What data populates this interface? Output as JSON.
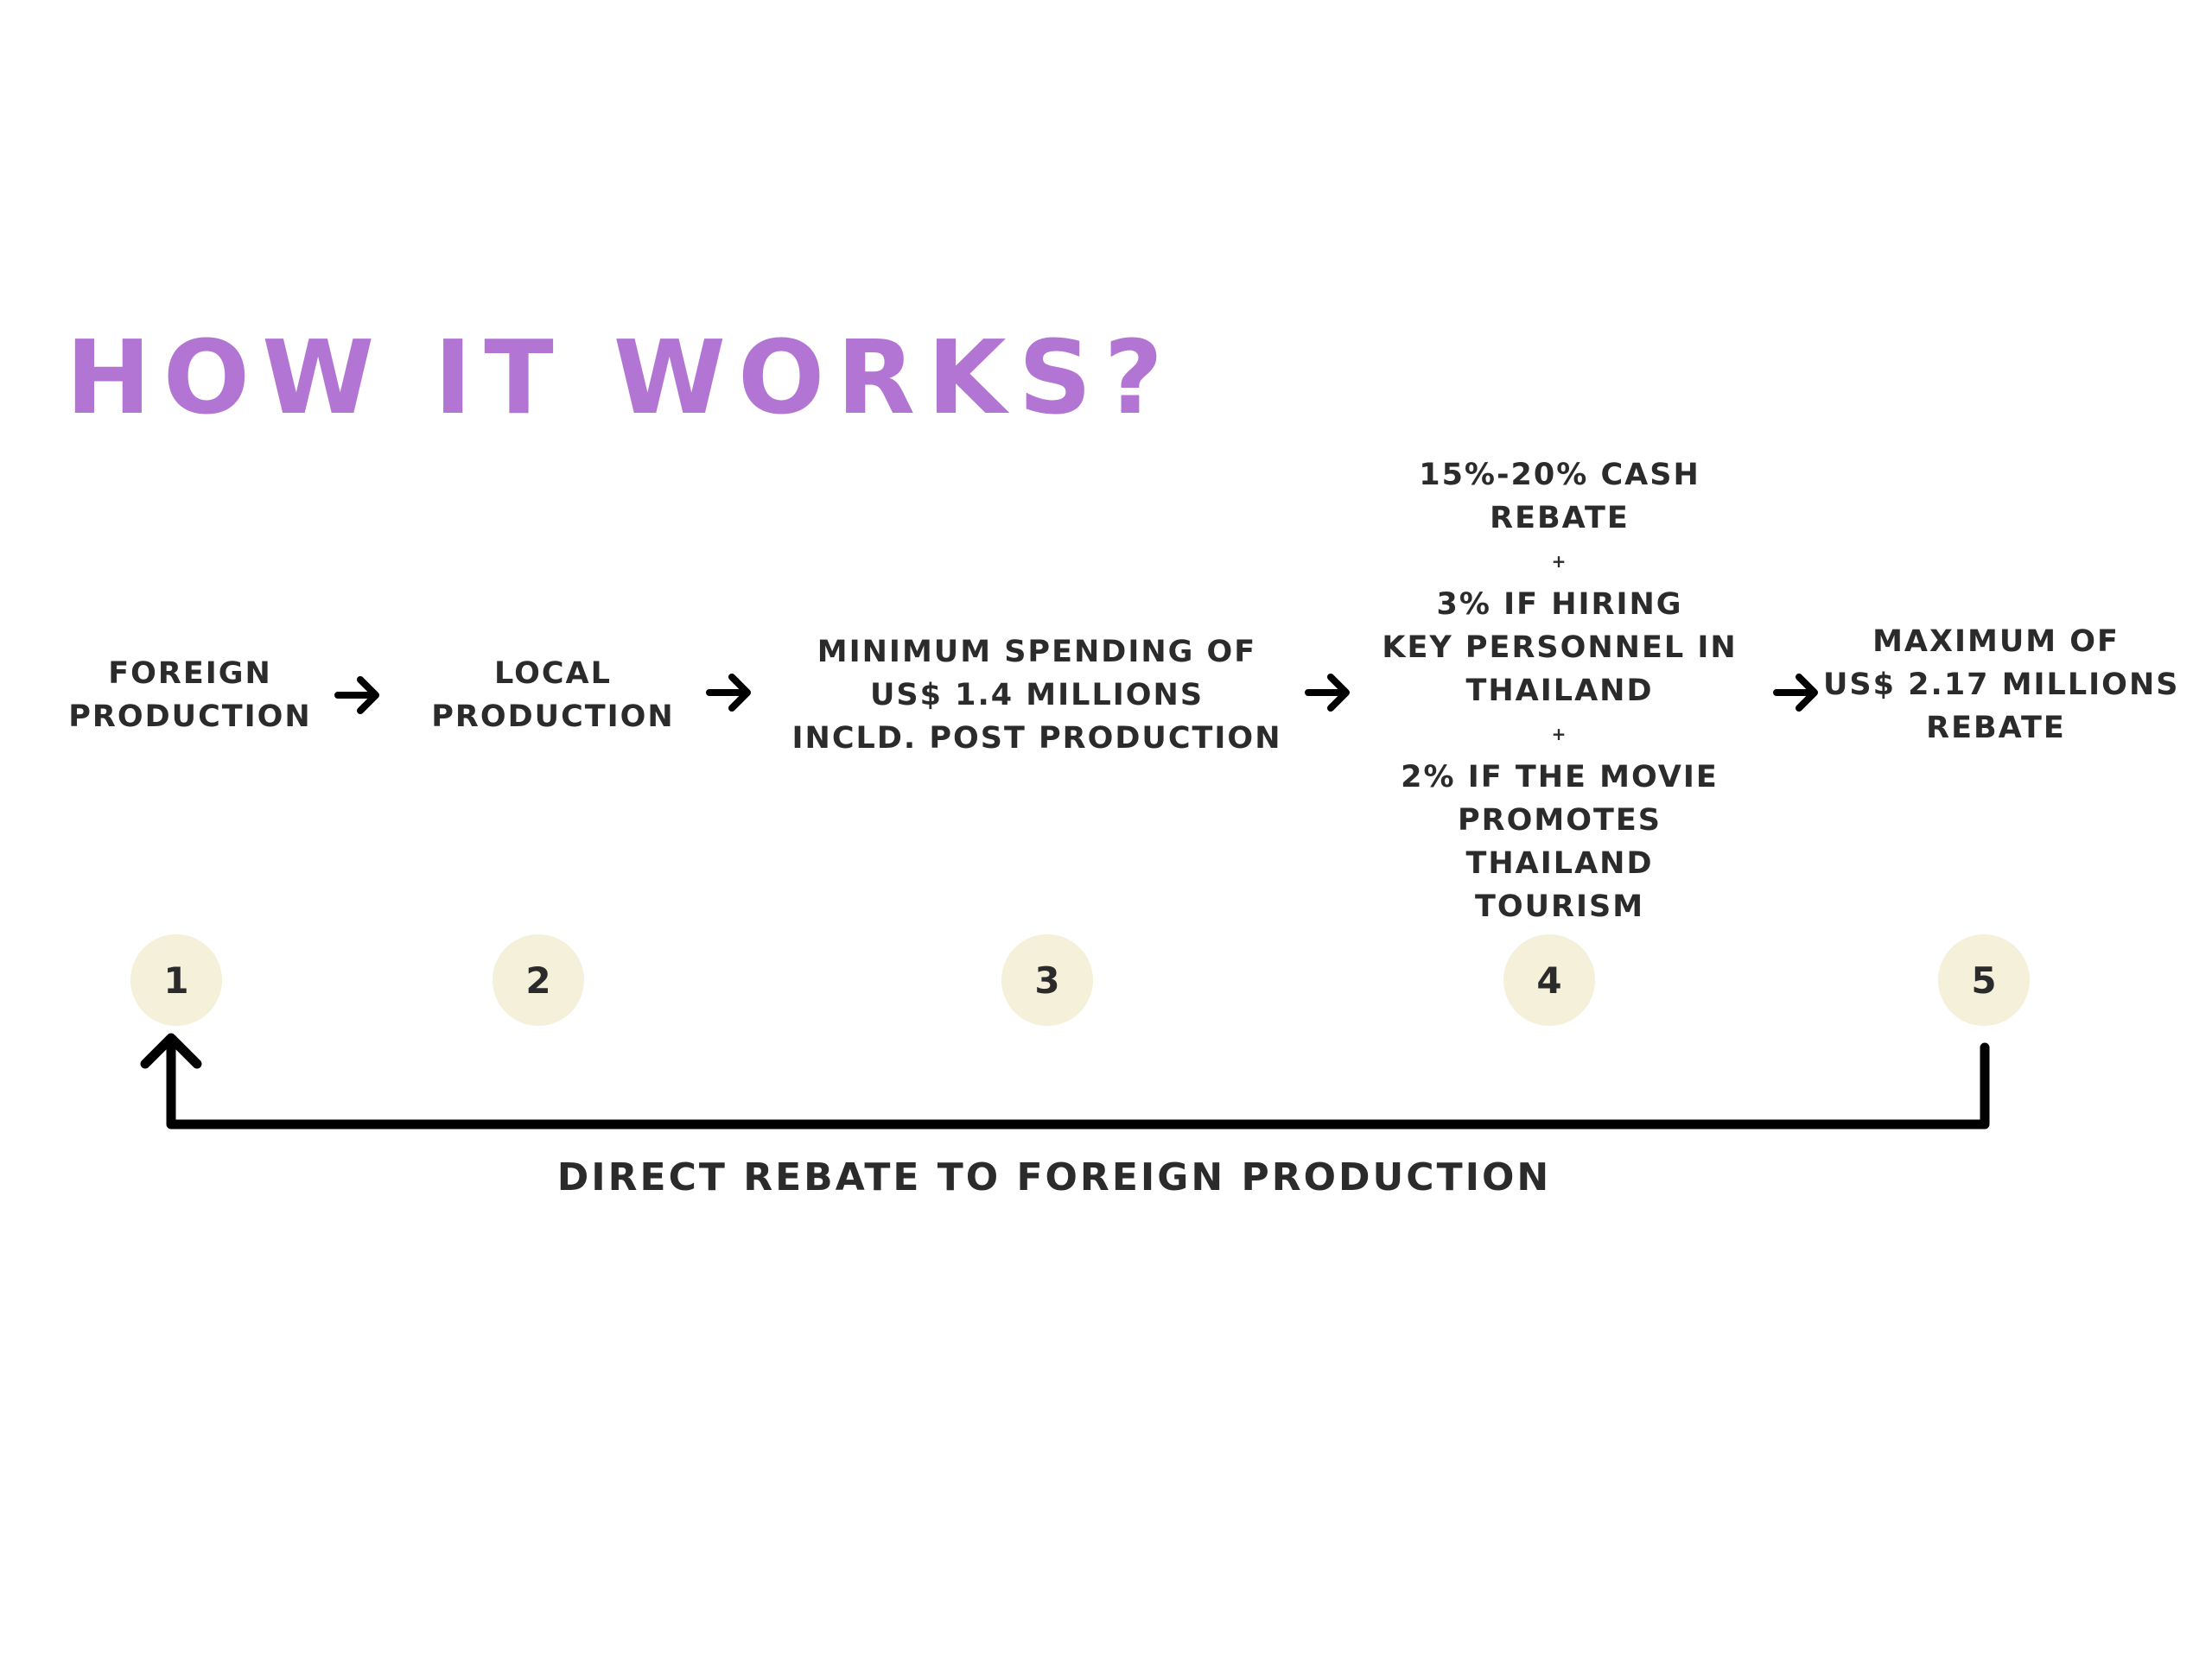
{
  "title": "HOW IT WORKS?",
  "colors": {
    "title": "#b275d4",
    "text": "#2b2b2b",
    "circle": "#f4f0d9",
    "arrow": "#000000"
  },
  "steps": [
    {
      "number": "1",
      "lines": [
        "FOREIGN",
        "PRODUCTION"
      ]
    },
    {
      "number": "2",
      "lines": [
        "LOCAL",
        "PRODUCTION"
      ]
    },
    {
      "number": "3",
      "lines": [
        "MINIMUM SPENDING OF",
        "US$ 1.4 MILLIONS",
        "INCLD. POST PRODUCTION"
      ]
    },
    {
      "number": "4",
      "lines": [
        "15%-20% CASH",
        "REBATE",
        "+",
        "3% IF HIRING",
        "KEY PERSONNEL IN",
        "THAILAND",
        "+",
        "2% IF THE MOVIE",
        "PROMOTES",
        "THAILAND",
        "TOURISM"
      ]
    },
    {
      "number": "5",
      "lines": [
        "MAXIMUM OF",
        "US$ 2.17 MILLIONS",
        "REBATE"
      ]
    }
  ],
  "icons": [
    "arrow-right-icon",
    "arrow-up-icon"
  ],
  "loop_caption": "DIRECT REBATE TO FOREIGN PRODUCTION"
}
